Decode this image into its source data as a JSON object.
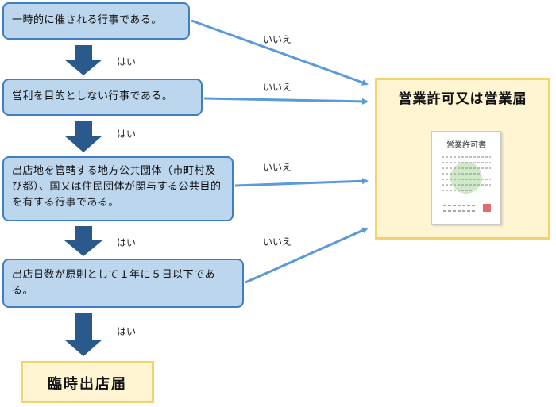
{
  "questions": [
    "一時的に催される行事である。",
    "営利を目的としない行事である。",
    "出店地を管轄する地方公共団体（市町村及び都）、国又は住民団体が関与する公共目的を有する行事である。",
    "出店日数が原則として１年に５日以下である。"
  ],
  "labels": {
    "yes": "はい",
    "no": "いいえ"
  },
  "results": {
    "permit": "営業許可又は営業届",
    "temporary": "臨時出店届"
  },
  "document": {
    "title": "営業許可書"
  },
  "colors": {
    "question_fill": "#bcd6ee",
    "question_border": "#3f7fc1",
    "down_arrow": "#2a5a8c",
    "no_arrow": "#5a9ad6",
    "result_fill": "#fff5d3",
    "result_border": "#f3d36b",
    "stamp": "#e06b6b",
    "seal": "#cfe9c9"
  }
}
